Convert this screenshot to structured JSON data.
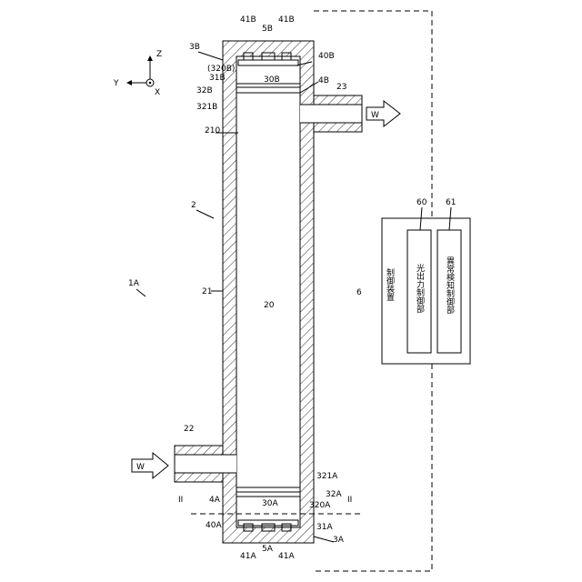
{
  "labels": {
    "apparatus": "1A",
    "body": "2",
    "wall": "21",
    "inner_surface": "210",
    "flow_path": "20",
    "inlet_pipe": "22",
    "outlet_pipe": "23",
    "flow_in": "W",
    "flow_out": "W",
    "unit_a": "3A",
    "window_a": "30A",
    "seal_a1": "31A",
    "seal_a2": "32A",
    "window_a_face": "320A",
    "window_a_edge": "321A",
    "board_a": "4A",
    "board_a_ref": "40A",
    "led_a": "41A",
    "led_a2": "41A",
    "sensor_a": "5A",
    "unit_b": "3B",
    "window_b": "30B",
    "seal_b1": "31B",
    "seal_b2": "32B",
    "window_b_face": "(320B)",
    "window_b_edge": "321B",
    "board_b": "4B",
    "board_b_ref": "40B",
    "led_b": "41B",
    "led_b2": "41B",
    "sensor_b": "5B",
    "controller": "6",
    "controller_title": "制御装置",
    "light_control_ref": "60",
    "light_control": "光出力制御部",
    "anomaly_control_ref": "61",
    "anomaly_control": "異常検知制御部",
    "section_mark_1": "II",
    "section_mark_2": "II",
    "axis_z": "Z",
    "axis_y": "Y",
    "axis_x": "X"
  }
}
